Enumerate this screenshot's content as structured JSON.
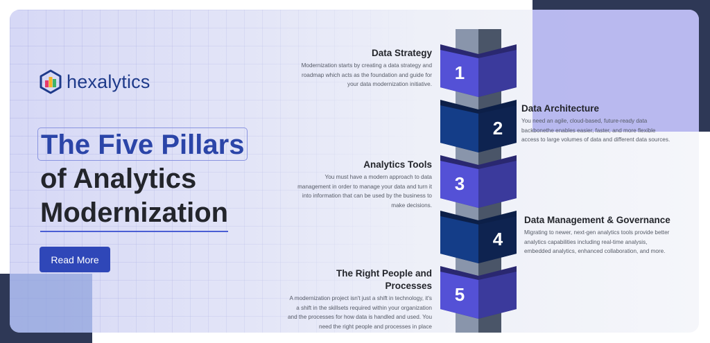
{
  "brand": {
    "name": "hexalytics"
  },
  "title": {
    "line1": "The Five Pillars",
    "line2": "of Analytics",
    "line3": "Modernization"
  },
  "cta": {
    "label": "Read More"
  },
  "colors": {
    "accent": "#2f47b8",
    "purple": "#5652d6",
    "navy": "#133b86",
    "dark": "#2e3856"
  },
  "pillars": [
    {
      "number": "1",
      "title": "Data Strategy",
      "text": "Modernization starts by creating a data strategy and roadmap which acts as the foundation and guide for your data modernization initiative."
    },
    {
      "number": "2",
      "title": "Data Architecture",
      "text": "You need an agile, cloud-based, future-ready data backbonethe enables easier, faster, and more flexible access to large volumes of data and different data sources."
    },
    {
      "number": "3",
      "title": "Analytics Tools",
      "text": "You must have a modern approach to data management in order to manage your data  and turn it into information that can be used by the business to make decisions."
    },
    {
      "number": "4",
      "title": "Data Management & Governance",
      "text": "Migrating to newer, next-gen analytics tools provide better analytics capabilities including real-time analysis, embedded analytics, enhanced collaboration, and more."
    },
    {
      "number": "5",
      "title": "The Right People and Processes",
      "text": "A modernization project isn't just a shift in technology, it's a shift in the skillsets required within your organization and the processes for how data is handled and used. You need the right people and processes in place"
    }
  ]
}
